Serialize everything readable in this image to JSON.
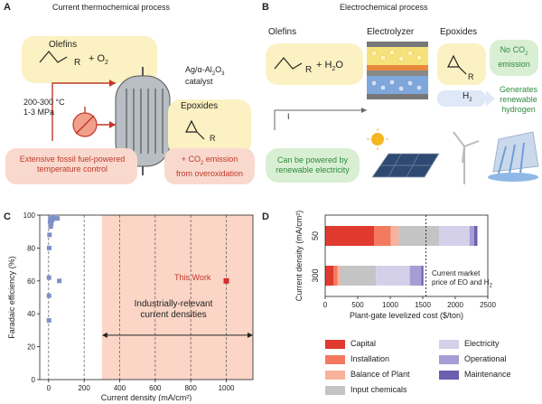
{
  "panel_a": {
    "label": "A",
    "title": "Current thermochemical process",
    "olefins": "Olefins",
    "reagent_r": "R",
    "plus_o2": "+ O",
    "o2_sub": "2",
    "catalyst_line1": "Ag/α-Al",
    "catalyst_sub1": "2",
    "catalyst_mid": "O",
    "catalyst_sub2": "3",
    "catalyst_line2": "catalyst",
    "conditions_line1": "200-300 °C",
    "conditions_line2": "1-3 MPa",
    "epoxides": "Epoxides",
    "product_r": "R",
    "note_left_line1": "Extensive fossil fuel-powered",
    "note_left_line2": "temperature control",
    "note_right_line1": "+ CO",
    "note_right_sub": "2",
    "note_right_tail": " emission",
    "note_right_line2": "from overoxidation"
  },
  "panel_b": {
    "label": "B",
    "title": "Electrochemical process",
    "olefins": "Olefins",
    "electrolyzer": "Electrolyzer",
    "epoxides": "Epoxides",
    "reagent_r": "R",
    "plus_h2o": "+ H",
    "h2o_sub": "2",
    "h2o_tail": "O",
    "product_r": "R",
    "no_co2_line1": "No CO",
    "no_co2_sub": "2",
    "no_co2_line2": "emission",
    "h2": "H",
    "h2_sub": "2",
    "gen_line1": "Generates",
    "gen_line2": "renewable",
    "gen_line3": "hydrogen",
    "current": "I",
    "power_line1": "Can be powered by",
    "power_line2": "renewable electricity"
  },
  "panel_c": {
    "label": "C",
    "this_work": "This Work",
    "relevant_line1": "Industrially-relevant",
    "relevant_line2": "current densities"
  },
  "panel_d": {
    "label": "D",
    "market_line1": "Current market",
    "market_line2": "price of EO and H",
    "market_sub": "2",
    "legend": [
      {
        "name": "Capital",
        "color": "#e03a2f"
      },
      {
        "name": "Installation",
        "color": "#f37a60"
      },
      {
        "name": "Balance of Plant",
        "color": "#f7b29c"
      },
      {
        "name": "Input chemicals",
        "color": "#c4c4c4"
      },
      {
        "name": "Electricity",
        "color": "#d5d0ea"
      },
      {
        "name": "Operational",
        "color": "#a59ed4"
      },
      {
        "name": "Maintenance",
        "color": "#6b5fb0"
      }
    ]
  },
  "chart_data": [
    {
      "type": "scatter",
      "xlabel": "Current density (mA/cm²)",
      "ylabel": "Faradaic efficiency (%)",
      "xlim": [
        -50,
        1150
      ],
      "ylim": [
        0,
        100
      ],
      "xticks": [
        0,
        200,
        400,
        600,
        800,
        1000
      ],
      "yticks": [
        0,
        20,
        40,
        60,
        80,
        100
      ],
      "grid": false,
      "highlight_range_x": [
        300,
        1150
      ],
      "dashed_verticals_x": [
        200,
        400,
        600,
        800,
        1000
      ],
      "literature_points": [
        {
          "x": 2,
          "y": 36
        },
        {
          "x": 2,
          "y": 51
        },
        {
          "x": 2,
          "y": 62
        },
        {
          "x": 3,
          "y": 80
        },
        {
          "x": 5,
          "y": 88
        },
        {
          "x": 8,
          "y": 96
        },
        {
          "x": 10,
          "y": 98
        },
        {
          "x": 15,
          "y": 95
        },
        {
          "x": 20,
          "y": 97
        },
        {
          "x": 25,
          "y": 99
        },
        {
          "x": 35,
          "y": 98
        },
        {
          "x": 50,
          "y": 98
        },
        {
          "x": 12,
          "y": 93
        },
        {
          "x": 60,
          "y": 60
        }
      ],
      "this_work_point": {
        "x": 1000,
        "y": 60
      },
      "range_arrow_x": [
        300,
        1150
      ]
    },
    {
      "type": "bar",
      "orientation": "horizontal",
      "stacked": true,
      "categories": [
        "50",
        "300"
      ],
      "xlabel": "Plant-gate levelized cost ($/ton)",
      "ylabel": "Current density (mA/cm²)",
      "xlim": [
        0,
        2500
      ],
      "xticks": [
        0,
        500,
        1000,
        1500,
        2000,
        2500
      ],
      "market_price_line_x": 1550,
      "series": [
        {
          "name": "Capital",
          "values": [
            750,
            130
          ]
        },
        {
          "name": "Installation",
          "values": [
            260,
            60
          ]
        },
        {
          "name": "Balance of Plant",
          "values": [
            120,
            40
          ]
        },
        {
          "name": "Input chemicals",
          "values": [
            620,
            550
          ]
        },
        {
          "name": "Electricity",
          "values": [
            470,
            520
          ]
        },
        {
          "name": "Operational",
          "values": [
            70,
            180
          ]
        },
        {
          "name": "Maintenance",
          "values": [
            50,
            30
          ]
        }
      ]
    }
  ]
}
